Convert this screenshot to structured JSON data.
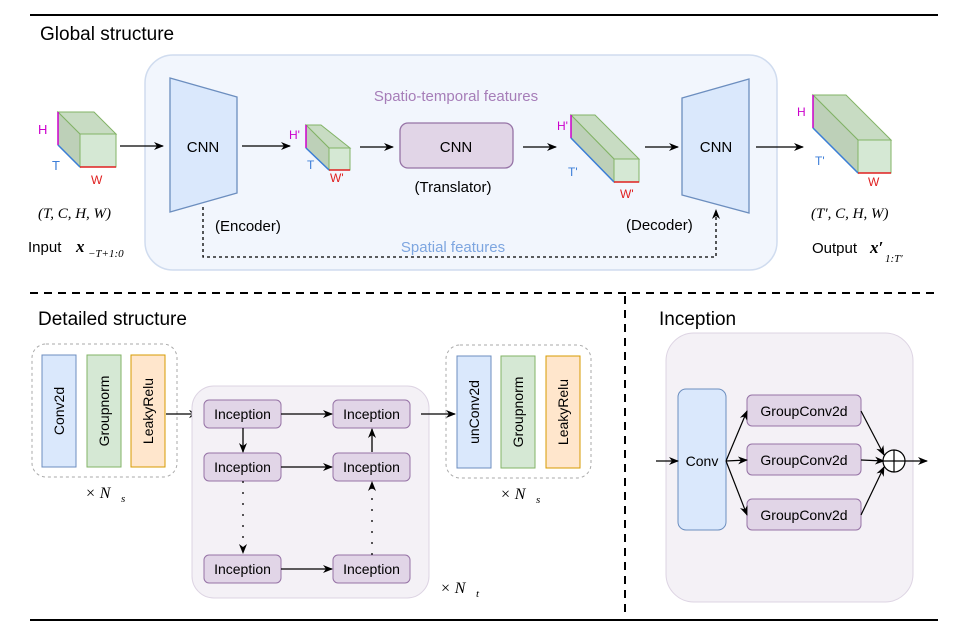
{
  "global": {
    "title": "Global structure",
    "input": {
      "shape": "(T, C, H, W)",
      "label": "Input",
      "symbol": "x",
      "subscript": "−T+1:0",
      "dims": {
        "h": "H",
        "t": "T",
        "w": "W"
      }
    },
    "encoder": {
      "text": "CNN",
      "caption": "(Encoder)"
    },
    "latent_in": {
      "dims": {
        "h": "H'",
        "t": "T",
        "w": "W'"
      }
    },
    "translator": {
      "text": "CNN",
      "caption": "(Translator)"
    },
    "latent_out": {
      "dims": {
        "h": "H'",
        "t": "T'",
        "w": "W'"
      }
    },
    "decoder": {
      "text": "CNN",
      "caption": "(Decoder)"
    },
    "output": {
      "shape": "(T′, C, H, W)",
      "label": "Output",
      "symbol": "x′",
      "subscript": "1:T′",
      "dims": {
        "h": "H",
        "t": "T'",
        "w": "W"
      }
    },
    "spatiotemporal_label": "Spatio-temporal features",
    "spatial_label": "Spatial features"
  },
  "detailed": {
    "title": "Detailed structure",
    "encoder_block": {
      "layers": [
        "Conv2d",
        "Groupnorm",
        "LeakyRelu"
      ],
      "repeat": "× N",
      "repeat_sub": "s"
    },
    "translator_block": {
      "cell": "Inception",
      "repeat": "× N",
      "repeat_sub": "t"
    },
    "decoder_block": {
      "layers": [
        "unConv2d",
        "Groupnorm",
        "LeakyRelu"
      ],
      "repeat": "× N",
      "repeat_sub": "s"
    }
  },
  "inception": {
    "title": "Inception",
    "conv": "Conv",
    "branches": [
      "GroupConv2d",
      "GroupConv2d",
      "GroupConv2d"
    ],
    "sum_symbol": "⊕"
  },
  "colors": {
    "blue_fill": "#dae8fc",
    "blue_stroke": "#6c8ebf",
    "green_fill": "#d5e8d4",
    "green_stroke": "#82b366",
    "orange_fill": "#ffe6cc",
    "orange_stroke": "#d79b00",
    "purple_fill": "#e1d5e7",
    "purple_stroke": "#9673a6",
    "panel_blue": "#f2f6fd",
    "panel_purple": "#f4f1f6",
    "dim_h": "#cc00cc",
    "dim_t": "#3b7dd8",
    "dim_w": "#e02020"
  }
}
